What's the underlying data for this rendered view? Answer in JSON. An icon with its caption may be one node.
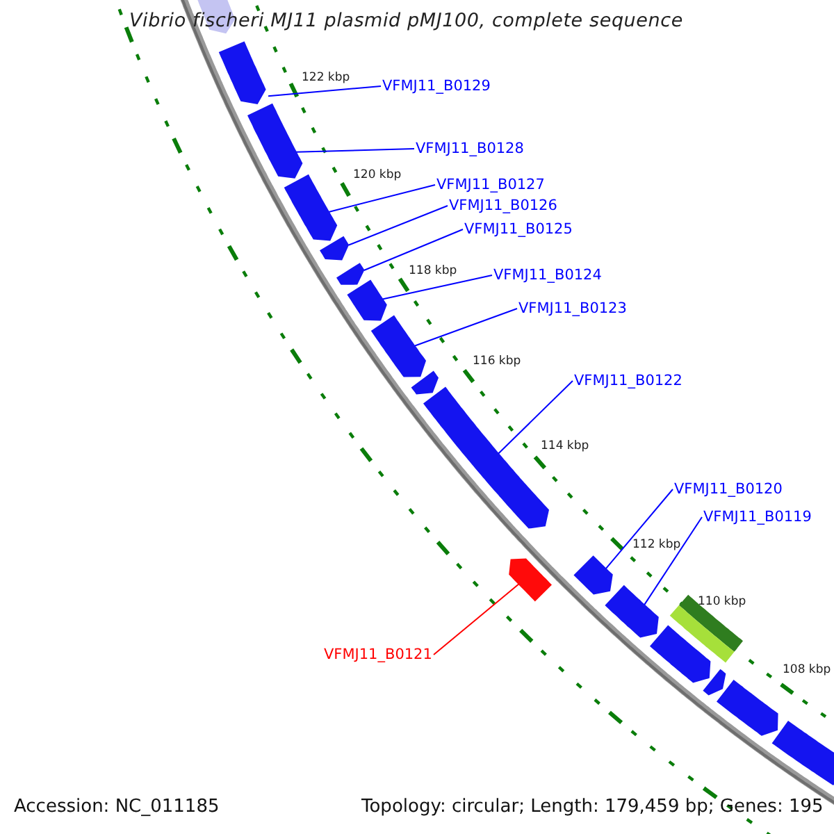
{
  "diagram": {
    "title": "Vibrio fischeri MJ11 plasmid pMJ100, complete sequence",
    "nodes": [
      {
        "text": [
          "VFMJ11_B0129"
        ]
      },
      {
        "text": [
          "VFMJ11_B0128"
        ]
      },
      {
        "text": [
          "VFMJ11_B0127"
        ]
      },
      {
        "text": [
          "VFMJ11_B0126"
        ]
      },
      {
        "text": [
          "VFMJ11_B0125"
        ]
      },
      {
        "text": [
          "VFMJ11_B0124"
        ]
      },
      {
        "text": [
          "VFMJ11_B0123"
        ]
      },
      {
        "text": [
          "VFMJ11_B0122"
        ]
      },
      {
        "text": [
          "VFMJ11_B0120"
        ]
      },
      {
        "text": [
          "VFMJ11_B0119"
        ]
      },
      {
        "text": [
          "VFMJ11_B0121"
        ]
      },
      {
        "text": [],
        "shape": "pentagon"
      },
      {
        "text": [],
        "shape": "pentagon"
      },
      {
        "text": [],
        "shape": "pentagon"
      },
      {
        "text": [],
        "shape": "pentagon"
      },
      {
        "text": [],
        "shape": "pentagon"
      },
      {
        "text": [],
        "shape": "pentagon"
      },
      {
        "text": [],
        "shape": "pentagon"
      },
      {
        "text": [],
        "shape": "pentagon"
      },
      {
        "text": [],
        "shape": "pentagon"
      },
      {
        "text": [],
        "shape": "pentagon"
      },
      {
        "text": [],
        "shape": "pentagon"
      }
    ],
    "edges": [
      {
        "from": 0,
        "to": 11,
        "arrow": "none"
      },
      {
        "from": 1,
        "to": 12,
        "arrow": "none"
      },
      {
        "from": 2,
        "to": 13,
        "arrow": "none"
      },
      {
        "from": 3,
        "to": 14,
        "arrow": "none"
      },
      {
        "from": 4,
        "to": 15,
        "arrow": "none"
      },
      {
        "from": 5,
        "to": 16,
        "arrow": "none"
      },
      {
        "from": 6,
        "to": 17,
        "arrow": "none"
      },
      {
        "from": 7,
        "to": 18,
        "arrow": "none"
      },
      {
        "from": 8,
        "to": 20,
        "arrow": "none"
      },
      {
        "from": 9,
        "to": 21,
        "arrow": "none"
      },
      {
        "from": 10,
        "to": 19,
        "arrow": "none",
        "color": "#ff0000"
      }
    ],
    "labels": [
      "122 kbp",
      "120 kbp",
      "118 kbp",
      "116 kbp",
      "114 kbp",
      "112 kbp",
      "110 kbp",
      "108 kbp",
      "Accession: NC_011185",
      "Topology: circular; Length: 179,459 bp; Genes: 195"
    ]
  }
}
